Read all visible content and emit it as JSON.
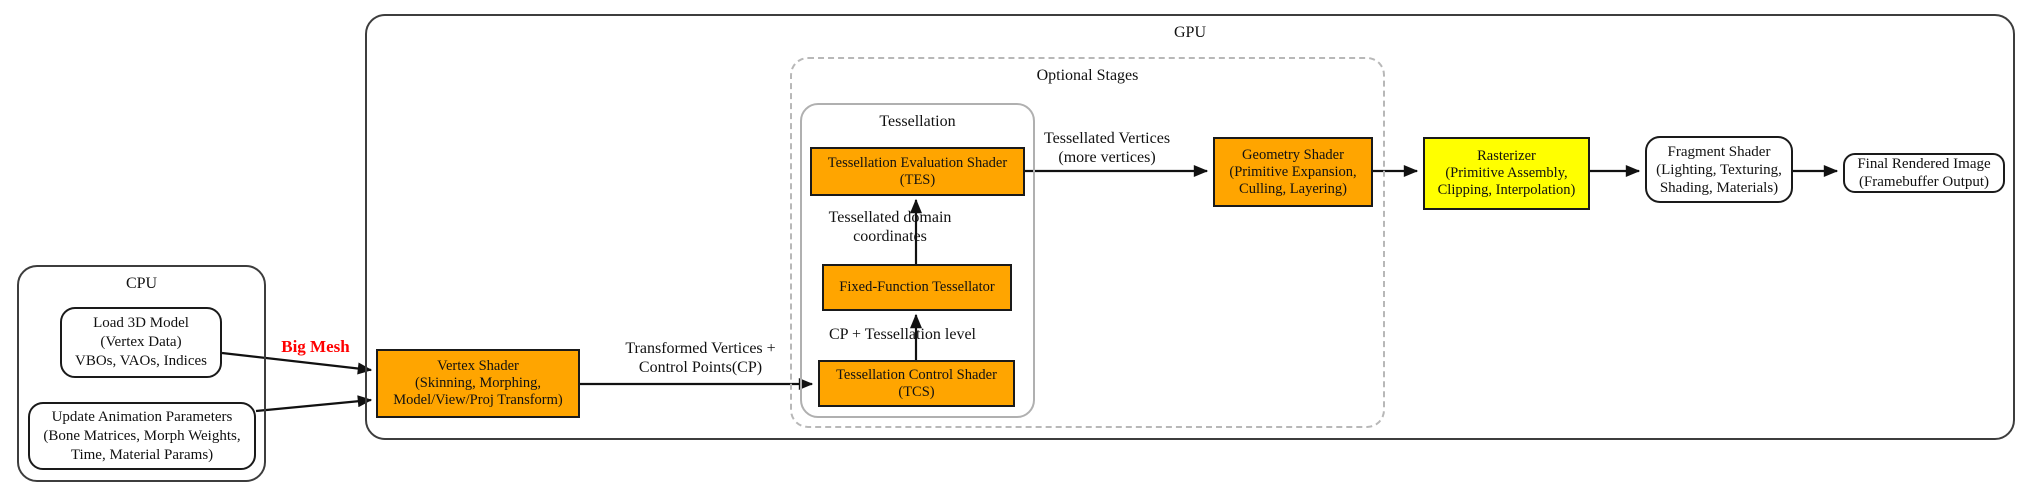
{
  "cpu": {
    "title": "CPU",
    "load_model": "Load 3D Model\n(Vertex Data)\nVBOs, VAOs, Indices",
    "update_anim": "Update Animation Parameters\n(Bone Matrices, Morph Weights,\nTime, Material Params)"
  },
  "gpu": {
    "title": "GPU",
    "optional_title": "Optional Stages",
    "tessellation_title": "Tessellation",
    "nodes": {
      "vertex_shader": "Vertex Shader\n(Skinning, Morphing,\nModel/View/Proj Transform)",
      "tes": "Tessellation Evaluation Shader\n(TES)",
      "fixed_function_tessellator": "Fixed-Function Tessellator",
      "tcs": "Tessellation Control Shader\n(TCS)",
      "geometry_shader": "Geometry Shader\n(Primitive Expansion,\nCulling, Layering)",
      "rasterizer": "Rasterizer\n(Primitive Assembly,\nClipping, Interpolation)",
      "fragment_shader": "Fragment Shader\n(Lighting, Texturing,\nShading, Materials)",
      "final_image": "Final Rendered Image\n(Framebuffer Output)"
    }
  },
  "edge_labels": {
    "big_mesh": "Big Mesh",
    "transformed_vertices": "Transformed Vertices +\nControl Points(CP)",
    "cp_tessellation_level": "CP + Tessellation level",
    "tessellated_domain": "Tessellated domain\ncoordinates",
    "tessellated_vertices": "Tessellated Vertices\n(more vertices)"
  },
  "colors": {
    "stage_orange": "#FFA500",
    "rasterizer_yellow": "#FFFF00",
    "big_mesh_red": "#FF0000",
    "border_dark": "#1a1a1a",
    "dashed_gray": "#b8b8b8"
  }
}
